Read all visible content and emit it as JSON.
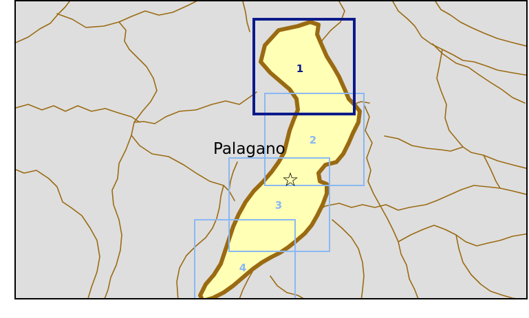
{
  "map": {
    "place": {
      "name": "Palagano",
      "marker_icon": "star-icon",
      "marker_glyph": "☆"
    },
    "colors": {
      "background": "#dedede",
      "boundary": "#9a6a12",
      "region_fill": "#ffffb5",
      "tile_border": "#8ab8f3",
      "tile_selected_border": "#0b1a8a",
      "tile_label": "#8ab8f3",
      "tile_selected_label": "#0b1a8a"
    },
    "tiles": [
      {
        "label": "1",
        "selected": true
      },
      {
        "label": "2",
        "selected": false
      },
      {
        "label": "3",
        "selected": false
      },
      {
        "label": "4",
        "selected": false
      }
    ]
  }
}
